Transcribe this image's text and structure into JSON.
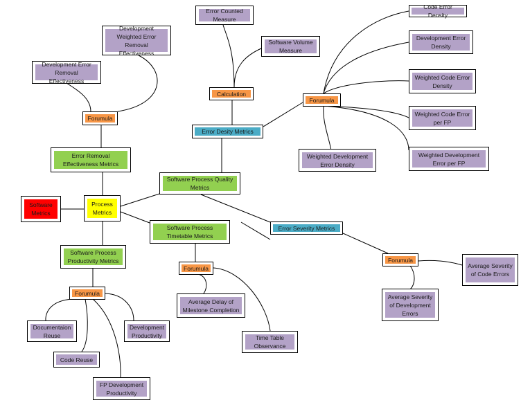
{
  "colors": {
    "metric_group": "#92d050",
    "formula": "#f79646",
    "measure": "#b3a2c7",
    "category": "#4bacc6",
    "root": "#ffff00",
    "software_metrics": "#ff0000"
  },
  "nodes": {
    "software_metrics": "Software Metrics",
    "process_metrics": "Process Metrics",
    "quality_metrics": "Software Process Quality Metrics",
    "error_removal": "Error Removal Effectiveness Metrics",
    "er_formula": "Forumula",
    "dev_error_removal": "Development Error Removal Effectiveness",
    "dev_weighted_removal": "Development Weighted Error Removal Effectiveness",
    "error_density": "Error Desity Metrics",
    "calculation": "Calculation",
    "error_counted": "Error Counted Measure",
    "sw_volume": "Software Volume Measure",
    "ed_formula": "Forumula",
    "code_error_density": "Code Error Density",
    "dev_error_density": "Development Error Density",
    "weighted_code_density": "Weighted Code Error Density",
    "weighted_code_fp": "Weighted Code Error per FP",
    "weighted_dev_density": "Weighted Development Error Density",
    "weighted_dev_fp": "Weighted Development Error per FP",
    "error_severity": "Error Severity Metrics",
    "es_formula": "Forumula",
    "avg_sev_code": "Average Severity of Code Errors",
    "avg_sev_dev": "Average Severity of Development Errors",
    "timetable": "Software Process Timetable Metrics",
    "tt_formula": "Forumula",
    "avg_delay": "Average Delay of Milestone Completion",
    "tt_observance": "Time Table Observance",
    "productivity": "Software Process Productivity Metrics",
    "pr_formula": "Forumula",
    "doc_reuse": "Documentaion Reuse",
    "code_reuse": "Code Reuse",
    "fp_dev_prod": "FP Development Productivity",
    "dev_prod": "Development Productivity"
  }
}
